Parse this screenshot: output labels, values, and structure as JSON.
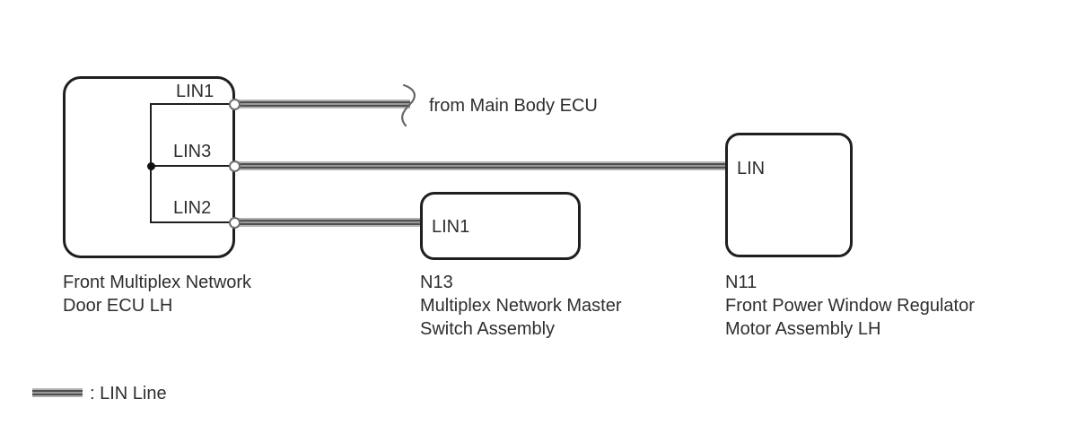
{
  "colors": {
    "background": "#ffffff",
    "box_border": "#1f1f1f",
    "text": "#2e2e2e",
    "lin_line_light": "#b3b3b3",
    "lin_line_mid": "#999999",
    "lin_line_dark": "#4f4f4f"
  },
  "left_box": {
    "pins": [
      "LIN1",
      "LIN3",
      "LIN2"
    ],
    "caption": [
      "Front Multiplex Network",
      "Door ECU LH"
    ]
  },
  "n13_box": {
    "pin": "LIN1",
    "caption": [
      "N13",
      "Multiplex Network Master",
      "Switch Assembly"
    ]
  },
  "n11_box": {
    "pin": "LIN",
    "caption": [
      "N11",
      "Front Power Window Regulator",
      "Motor Assembly LH"
    ]
  },
  "annotations": {
    "external_source": "from Main Body ECU"
  },
  "legend": {
    "label": ": LIN Line"
  }
}
